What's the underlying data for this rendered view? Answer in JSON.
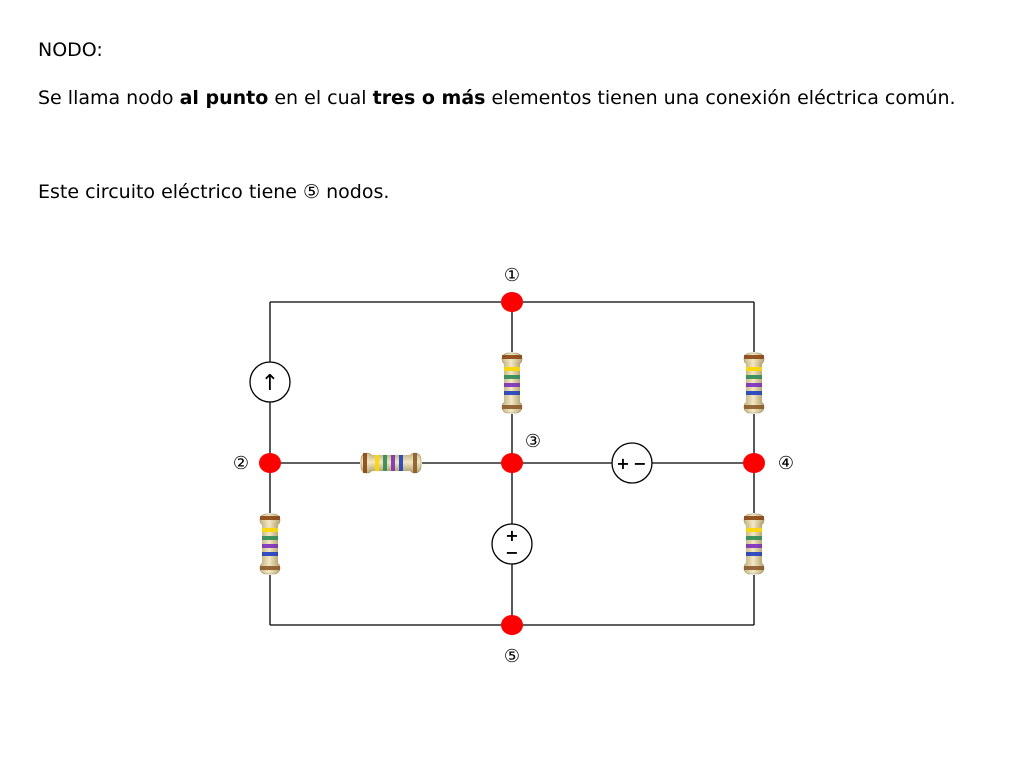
{
  "heading": "NODO:",
  "definition": {
    "part1": "Se llama nodo ",
    "bold1": "al punto",
    "part2": " en el cual ",
    "bold2": "tres o más",
    "part3": " elementos tienen una conexión eléctrica común."
  },
  "statement": {
    "before": "Este circuito eléctrico tiene ",
    "symbol": "⑤",
    "after": " nodos."
  },
  "nodes": [
    {
      "label": "①"
    },
    {
      "label": "②"
    },
    {
      "label": "③"
    },
    {
      "label": "④"
    },
    {
      "label": "⑤"
    }
  ],
  "current_source": {
    "arrow": "↑"
  },
  "voltage_source_horizontal": {
    "plus": "+",
    "minus": "−"
  },
  "voltage_source_vertical": {
    "plus": "+",
    "minus": "−"
  },
  "colors": {
    "node": "#ff0000",
    "wire": "#000000",
    "resistor_body": "#e8d9a8",
    "resistor_bands": [
      "#8b4513",
      "#ffd700",
      "#2e8b57",
      "#7b2fbe",
      "#1f3fbf",
      "#8b5a2b"
    ]
  }
}
